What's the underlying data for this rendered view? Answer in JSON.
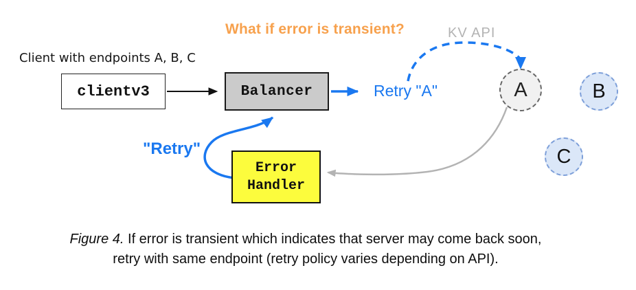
{
  "colors": {
    "accent_blue": "#1a78f0",
    "heading_orange": "#f7a14d",
    "muted_gray": "#b3b3b3",
    "balancer_fill": "#cbcbcb",
    "error_handler_fill": "#fcfc3d",
    "endpoint_a_fill": "#f1f1f1",
    "endpoint_a_border": "#666666",
    "endpoint_bc_fill": "#dbe7f8",
    "endpoint_bc_border": "#7d9fd9"
  },
  "diagram": {
    "question": "What if error is transient?",
    "kv_api_label": "KV API",
    "client_caption": "Client with endpoints A, B, C",
    "nodes": {
      "client": "clientv3",
      "balancer": "Balancer",
      "error_handler_line1": "Error",
      "error_handler_line2": "Handler",
      "endpoint_a": "A",
      "endpoint_b": "B",
      "endpoint_c": "C"
    },
    "labels": {
      "retry_a": "Retry \"A\"",
      "retry": "\"Retry\""
    },
    "edges": [
      {
        "from": "clientv3",
        "to": "Balancer",
        "style": "solid-black-arrow"
      },
      {
        "from": "Balancer",
        "to": "Retry \"A\"",
        "style": "solid-blue-arrow"
      },
      {
        "from": "Retry \"A\"",
        "to": "endpoint A",
        "style": "dashed-blue-arc",
        "label": "KV API"
      },
      {
        "from": "endpoint A",
        "to": "Error Handler",
        "style": "solid-gray-curve"
      },
      {
        "from": "Error Handler",
        "to": "Balancer",
        "style": "solid-blue-curve",
        "label": "\"Retry\""
      }
    ]
  },
  "caption": {
    "figure_label": "Figure 4.",
    "line1_rest": " If error is transient which indicates that server may come back soon,",
    "line2": "retry with same endpoint (retry policy varies depending on API)."
  }
}
